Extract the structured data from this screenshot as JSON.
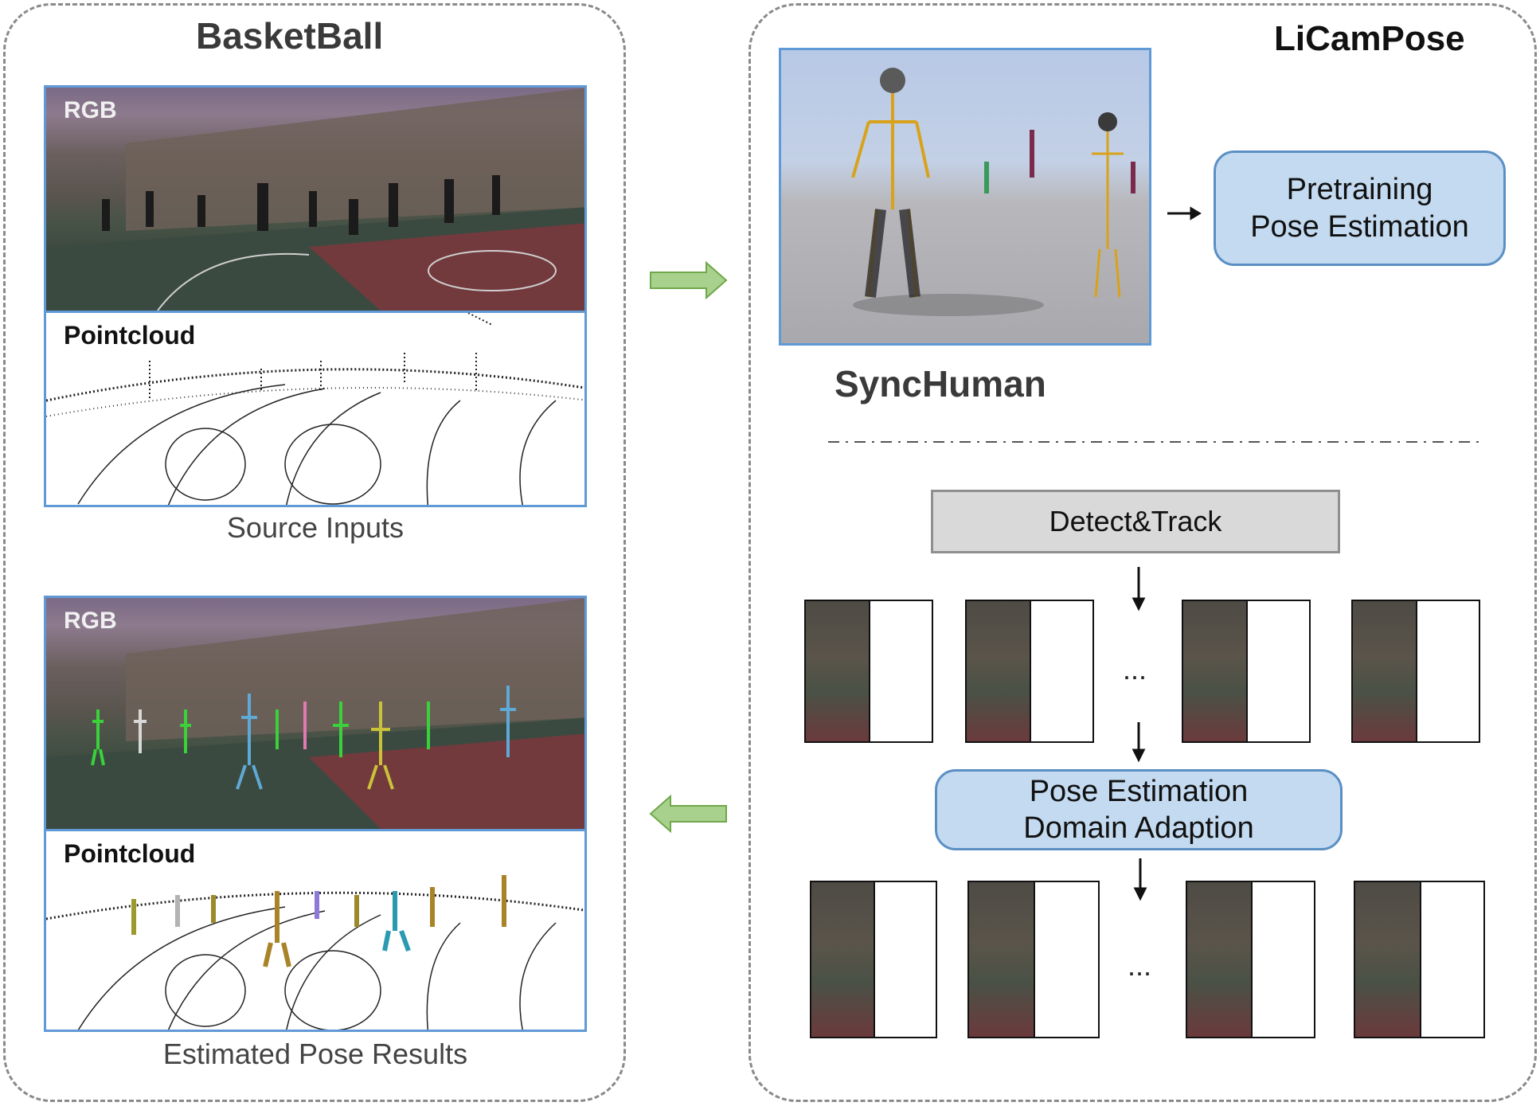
{
  "left_panel": {
    "title": "BasketBall",
    "source": {
      "rgb_label": "RGB",
      "pointcloud_label": "Pointcloud",
      "caption": "Source Inputs"
    },
    "result": {
      "rgb_label": "RGB",
      "pointcloud_label": "Pointcloud",
      "caption": "Estimated Pose Results"
    }
  },
  "right_panel": {
    "title": "LiCamPose",
    "synthetic_caption": "SyncHuman",
    "pretrain_box": [
      "Pretraining",
      "Pose Estimation"
    ],
    "detect_box": "Detect&Track",
    "adapt_box": [
      "Pose Estimation",
      "Domain Adaption"
    ],
    "ellipsis": "..."
  },
  "colors": {
    "panel_border": "#8a8a8a",
    "frame_border": "#5f9ad6",
    "box_fill": "#c3daf0",
    "box_border": "#5b8fc4",
    "gray_fill": "#d9d9d9",
    "arrow_green": "#a9d18e",
    "arrow_green_border": "#6fa84a"
  },
  "icons": [
    "green-arrow-right-icon",
    "green-arrow-left-icon",
    "arrow-down-icon",
    "arrow-right-icon"
  ]
}
